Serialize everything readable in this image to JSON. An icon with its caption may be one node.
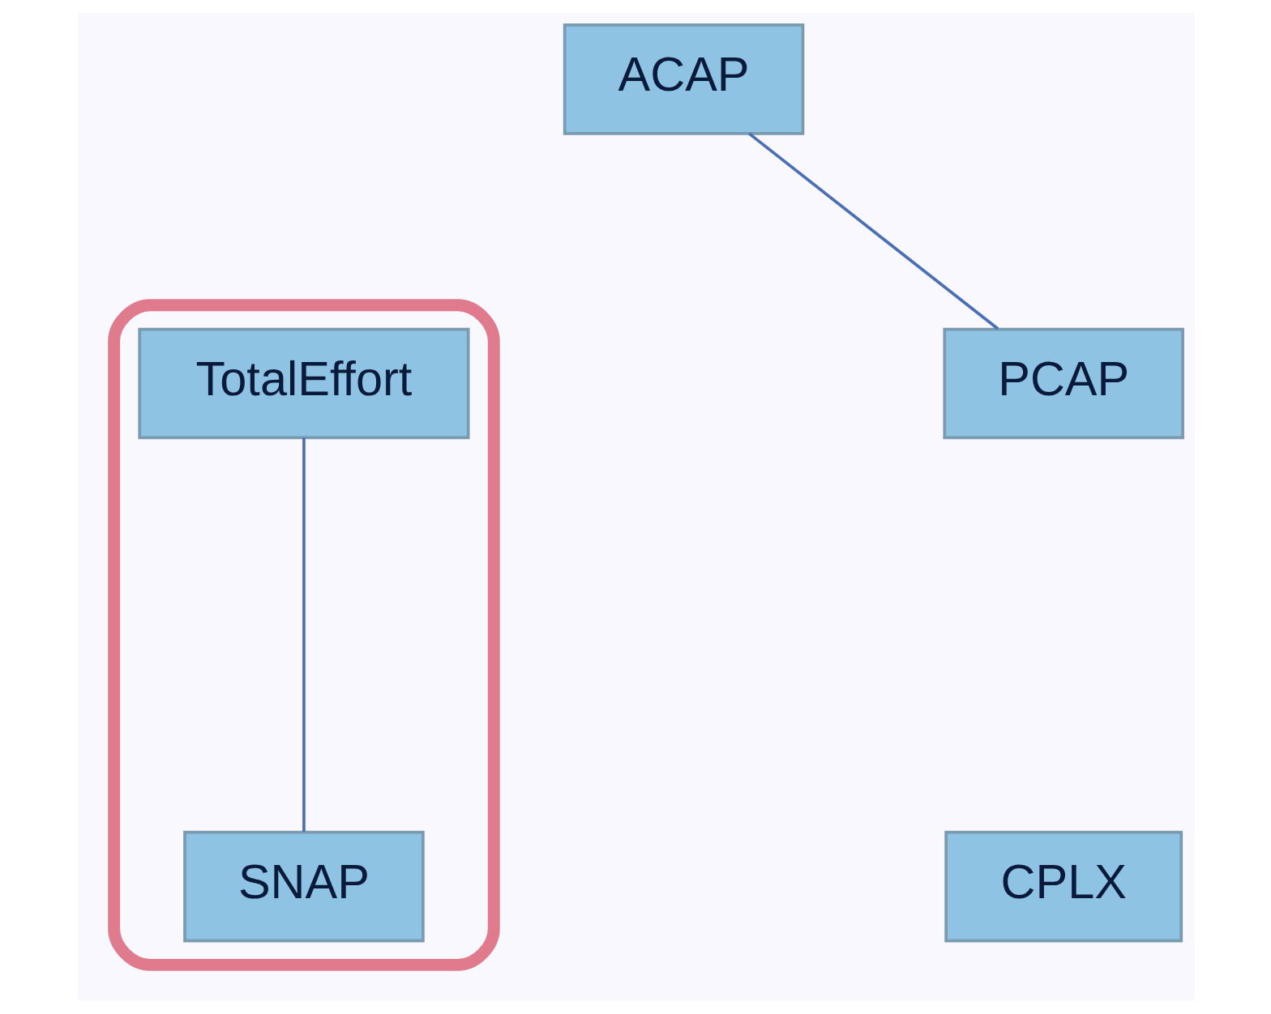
{
  "diagram": {
    "nodes": [
      {
        "text": [
          "ACAP"
        ]
      },
      {
        "text": [],
        "shape": "ellipse"
      },
      {
        "text": [
          "TotalEffort"
        ],
        "in": 1
      },
      {
        "text": [
          "PCAP"
        ]
      },
      {
        "text": [
          "SNAP"
        ],
        "in": 1
      },
      {
        "text": [
          "CPLX"
        ]
      }
    ],
    "edges": [
      {
        "from": 0,
        "to": 3,
        "arrow": "none"
      },
      {
        "from": 2,
        "to": 4,
        "arrow": "none"
      }
    ]
  }
}
